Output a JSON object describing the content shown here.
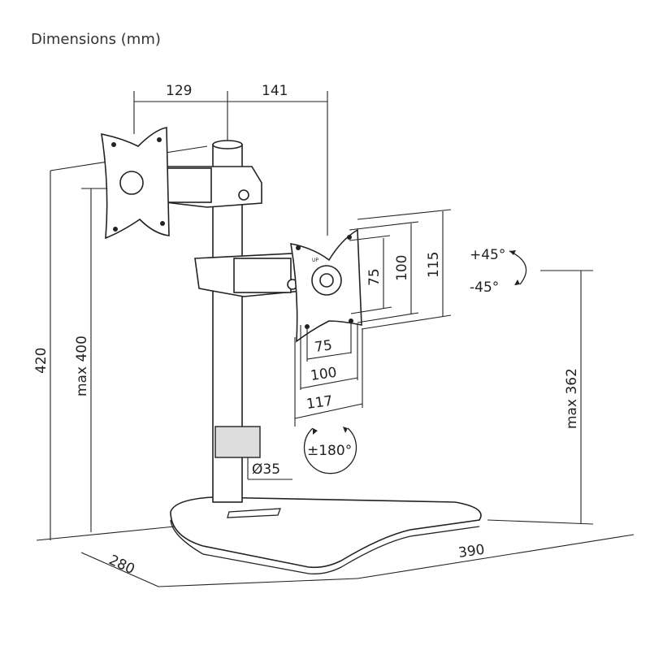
{
  "title": "Dimensions (mm)",
  "labels": {
    "left_arm": "129",
    "right_arm": "141",
    "total_height": "420",
    "max_height_left": "max 400",
    "vesa_v_75": "75",
    "vesa_v_100": "100",
    "plate_height": "115",
    "tilt_up": "+45°",
    "tilt_down": "-45°",
    "vesa_h_75": "75",
    "vesa_h_100": "100",
    "plate_width": "117",
    "rotation": "±180°",
    "pole_diameter": "Ø35",
    "max_height_right": "max 362",
    "base_depth": "280",
    "base_width": "390",
    "plate_marking": "UP"
  }
}
